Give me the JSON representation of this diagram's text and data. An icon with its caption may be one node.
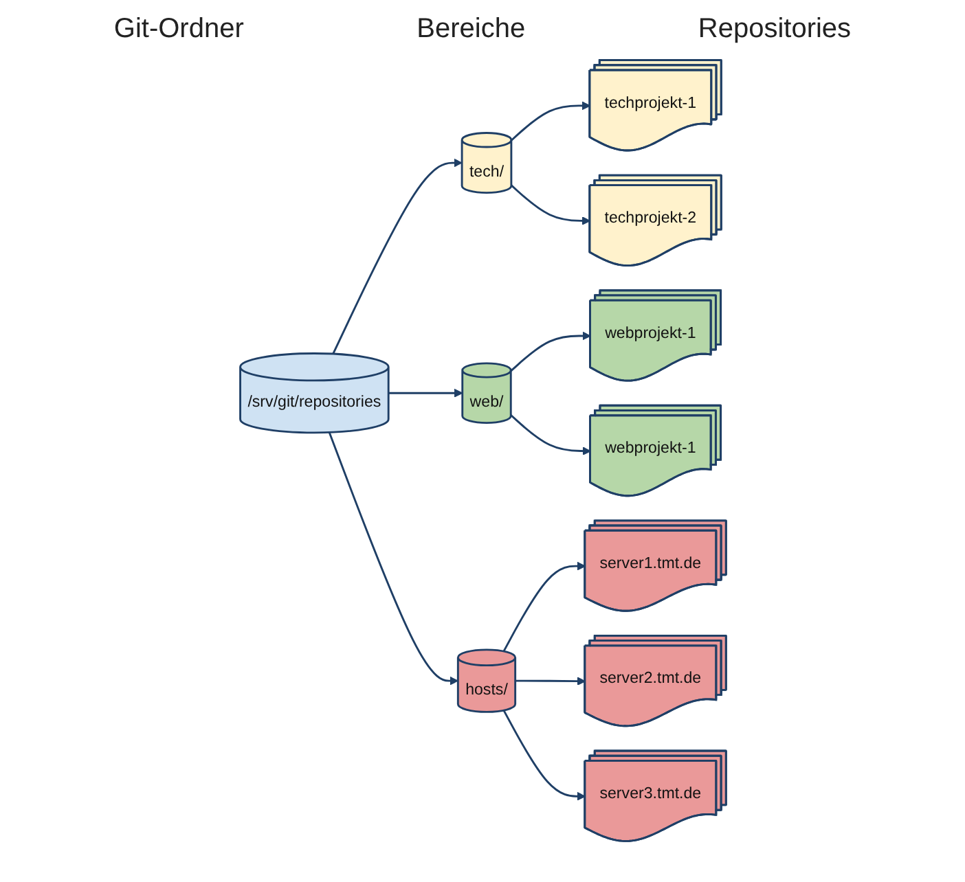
{
  "diagram": {
    "nodes": [
      {
        "text": [
          "/srv/git/repositories"
        ]
      },
      {
        "text": [
          "tech/"
        ]
      },
      {
        "text": [
          "web/"
        ]
      },
      {
        "text": [
          "hosts/"
        ]
      },
      {
        "text": [
          "techprojekt-1"
        ]
      },
      {
        "text": [
          "techprojekt-2"
        ]
      },
      {
        "text": [
          "webprojekt-1"
        ]
      },
      {
        "text": [
          "webprojekt-1"
        ]
      },
      {
        "text": [
          "server1.tmt.de"
        ]
      },
      {
        "text": [
          "server2.tmt.de"
        ]
      },
      {
        "text": [
          "server3.tmt.de"
        ]
      }
    ],
    "edges": [
      {
        "from": 0,
        "to": 1,
        "arrow": "to"
      },
      {
        "from": 0,
        "to": 2,
        "arrow": "to"
      },
      {
        "from": 0,
        "to": 3,
        "arrow": "to"
      },
      {
        "from": 1,
        "to": 4,
        "arrow": "to"
      },
      {
        "from": 1,
        "to": 5,
        "arrow": "to"
      },
      {
        "from": 2,
        "to": 6,
        "arrow": "to"
      },
      {
        "from": 2,
        "to": 7,
        "arrow": "to"
      },
      {
        "from": 3,
        "to": 8,
        "arrow": "to"
      },
      {
        "from": 3,
        "to": 9,
        "arrow": "to"
      },
      {
        "from": 3,
        "to": 10,
        "arrow": "to"
      }
    ],
    "labels": [
      "Git-Ordner",
      "Bereiche",
      "Repositories"
    ]
  }
}
